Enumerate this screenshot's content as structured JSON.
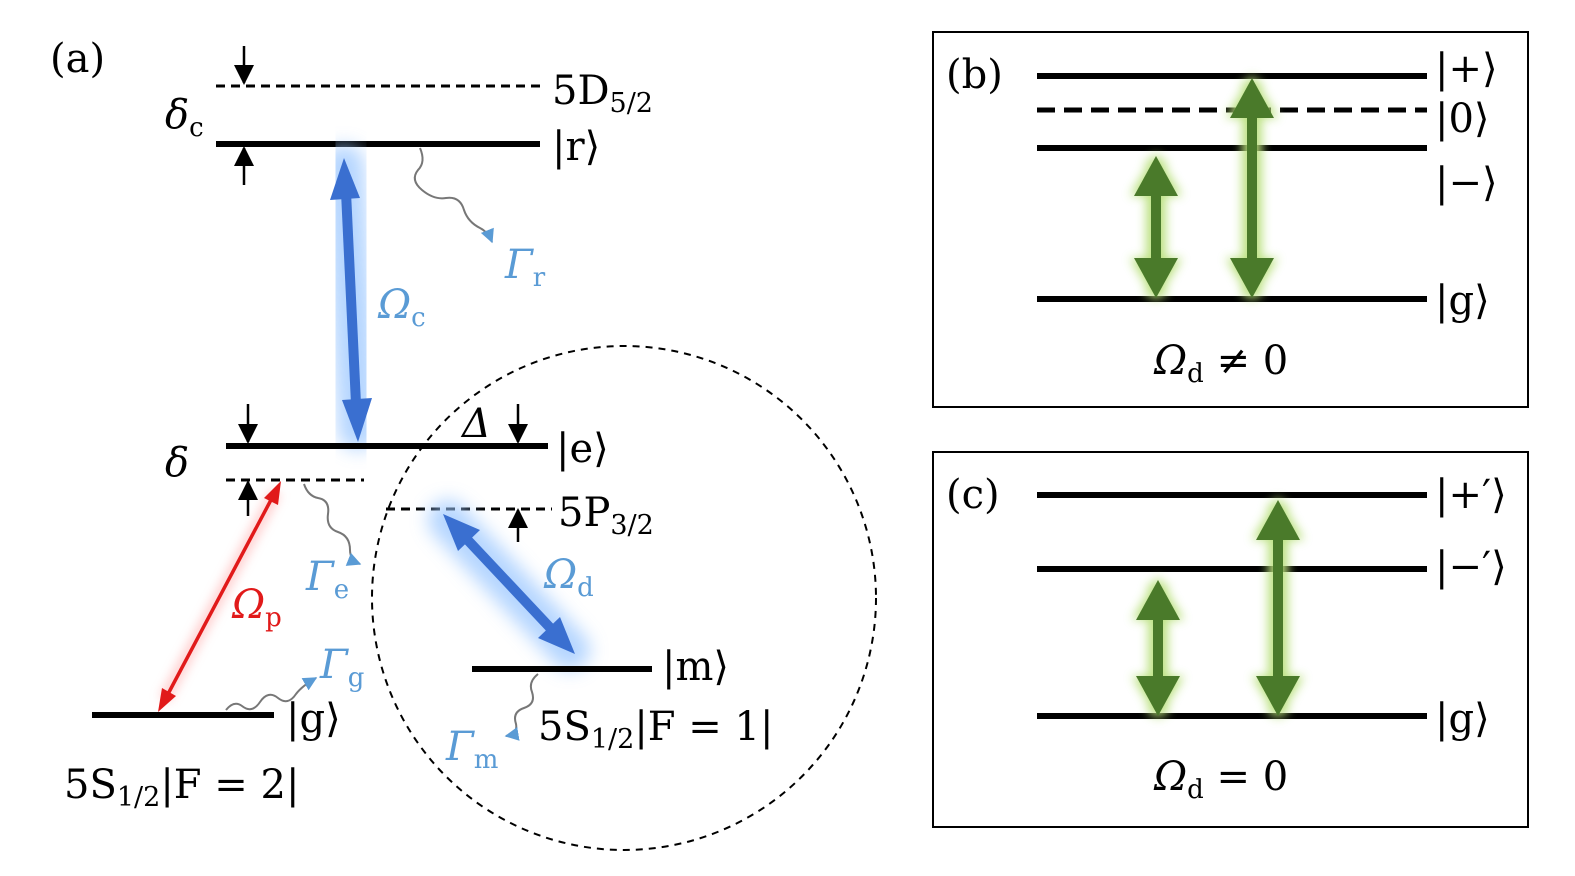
{
  "panel_a": {
    "tag": "(a)",
    "levels": {
      "d52": "5D",
      "d52_sub": "5/2",
      "r": "|r⟩",
      "e": "|e⟩",
      "p32": "5P",
      "p32_sub": "3/2",
      "m": "|m⟩",
      "g": "|g⟩"
    },
    "detunings": {
      "delta_c": "δ",
      "delta_c_sub": "c",
      "delta": "δ",
      "Delta": "Δ"
    },
    "couplings": {
      "omega_c": "Ω",
      "omega_c_sub": "c",
      "omega_p": "Ω",
      "omega_p_sub": "p",
      "omega_d": "Ω",
      "omega_d_sub": "d"
    },
    "decays": {
      "gamma_r": "Γ",
      "gamma_r_sub": "r",
      "gamma_e": "Γ",
      "gamma_e_sub": "e",
      "gamma_g": "Γ",
      "gamma_g_sub": "g",
      "gamma_m": "Γ",
      "gamma_m_sub": "m"
    },
    "ground_f2": {
      "pre": "5S",
      "sub": "1/2",
      "post": "|F = 2|"
    },
    "ground_f1": {
      "pre": "5S",
      "sub": "1/2",
      "post": "|F = 1|"
    }
  },
  "panel_b": {
    "tag": "(b)",
    "plus": "|+⟩",
    "zero": "|0⟩",
    "minus": "|−⟩",
    "g": "|g⟩",
    "caption": "Ω",
    "caption_sub": "d",
    "caption_post": " ≠ 0"
  },
  "panel_c": {
    "tag": "(c)",
    "plus": "|+′⟩",
    "minus": "|−′⟩",
    "g": "|g⟩",
    "caption": "Ω",
    "caption_sub": "d",
    "caption_post": " = 0"
  },
  "colors": {
    "coupling_blue": "#3a6fd0",
    "probe_red": "#e11a1a",
    "decay_label_blue": "#5a9bd5",
    "dressed_green": "#4a7a2a",
    "glow_green": "#b8e07a"
  }
}
